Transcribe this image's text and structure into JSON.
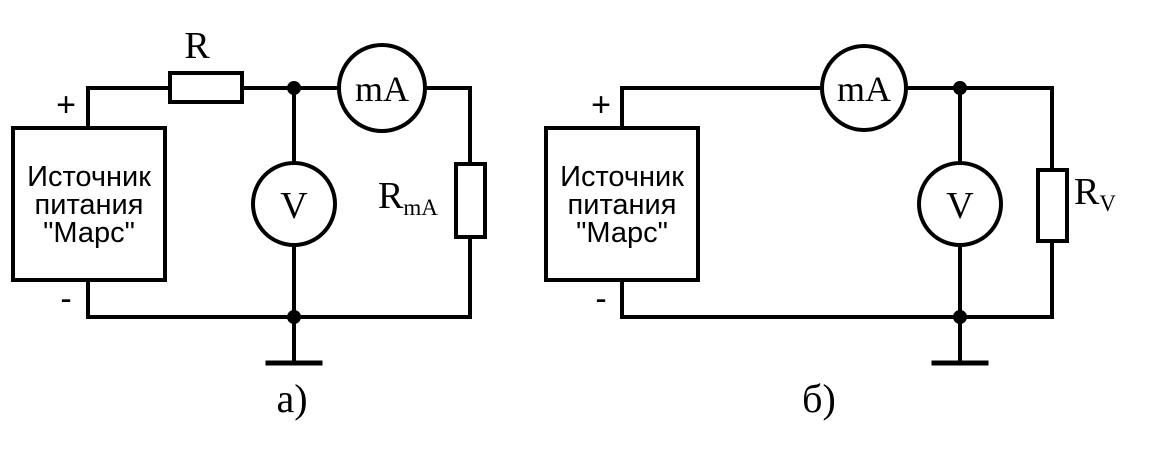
{
  "circuit_a": {
    "source_line1": "Источник",
    "source_line2": "питания",
    "source_line3": "\"Марс\"",
    "plus": "+",
    "minus": "-",
    "resistor_label": "R",
    "ammeter": "mA",
    "voltmeter": "V",
    "ammeter_resistance_main": "R",
    "ammeter_resistance_sub": "mA",
    "caption": "а)"
  },
  "circuit_b": {
    "source_line1": "Источник",
    "source_line2": "питания",
    "source_line3": "\"Марс\"",
    "plus": "+",
    "minus": "-",
    "ammeter": "mA",
    "voltmeter": "V",
    "voltmeter_resistance_main": "R",
    "voltmeter_resistance_sub": "V",
    "caption": "б)"
  }
}
